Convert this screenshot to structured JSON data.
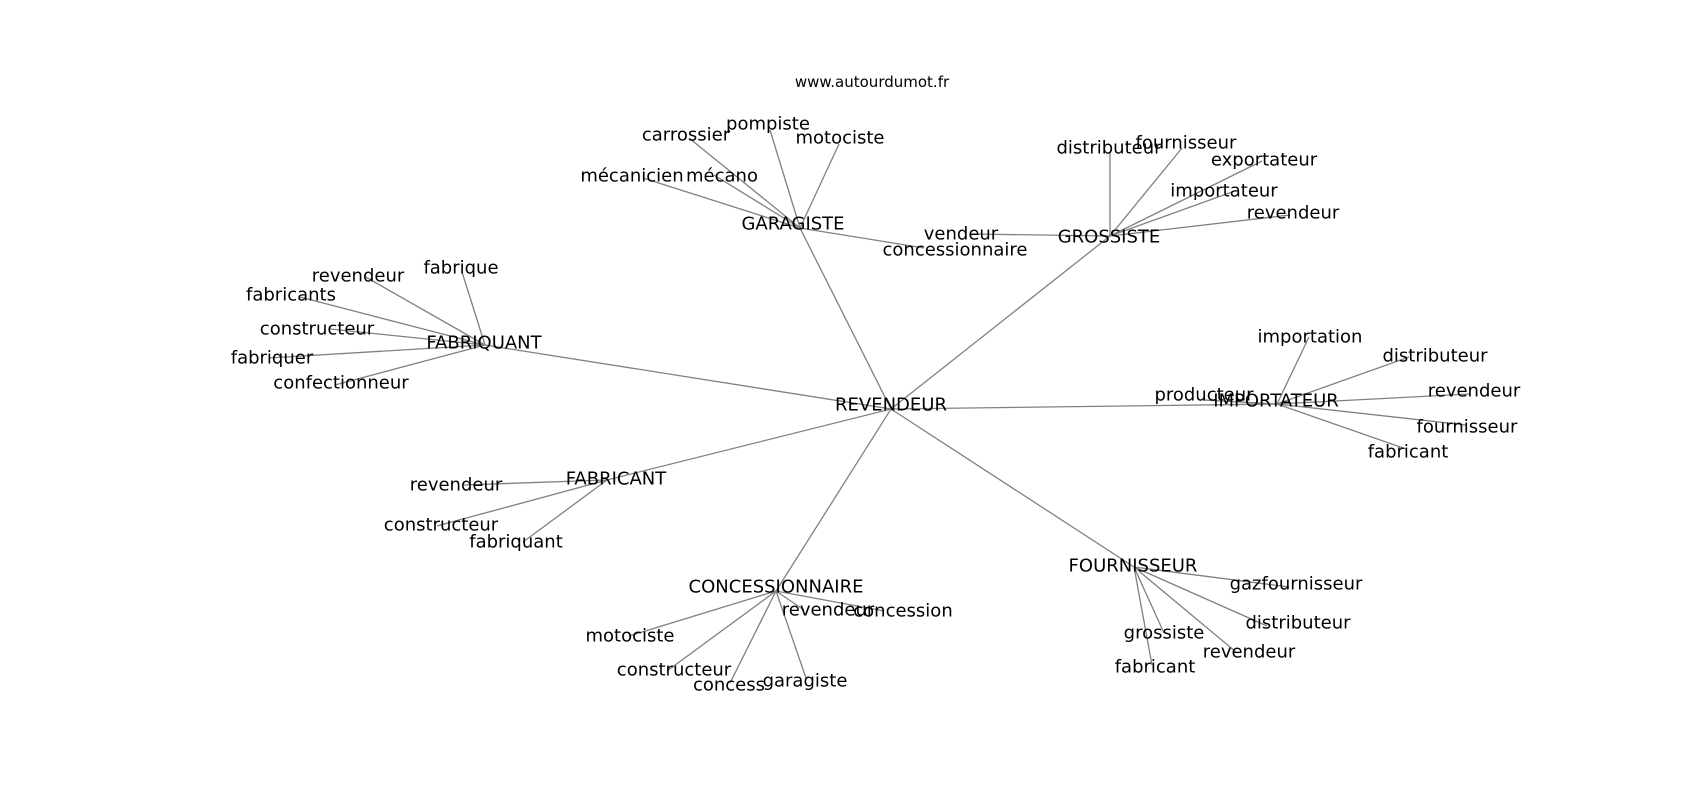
{
  "source": "www.autourdumot.fr",
  "center": "REVENDEUR",
  "groups": [
    {
      "hub": "GARAGISTE",
      "leaves": [
        "carrossier",
        "pompiste",
        "motociste",
        "mécanicien",
        "mécano",
        "concessionnaire"
      ]
    },
    {
      "hub": "GROSSISTE",
      "leaves": [
        "distributeur",
        "fournisseur",
        "exportateur",
        "importateur",
        "revendeur",
        "vendeur"
      ]
    },
    {
      "hub": "FABRIQUANT",
      "leaves": [
        "fabrique",
        "revendeur",
        "fabricants",
        "constructeur",
        "fabriquer",
        "confectionneur"
      ]
    },
    {
      "hub": "IMPORTATEUR",
      "leaves": [
        "importation",
        "distributeur",
        "revendeur",
        "producteur",
        "fournisseur",
        "fabricant"
      ]
    },
    {
      "hub": "FABRICANT",
      "leaves": [
        "revendeur",
        "constructeur",
        "fabriquant"
      ]
    },
    {
      "hub": "CONCESSIONNAIRE",
      "leaves": [
        "revendeur",
        "concession",
        "motociste",
        "constructeur",
        "concess",
        "garagiste"
      ]
    },
    {
      "hub": "FOURNISSEUR",
      "leaves": [
        "gazfournisseur",
        "distributeur",
        "revendeur",
        "grossiste",
        "fabricant"
      ]
    }
  ]
}
